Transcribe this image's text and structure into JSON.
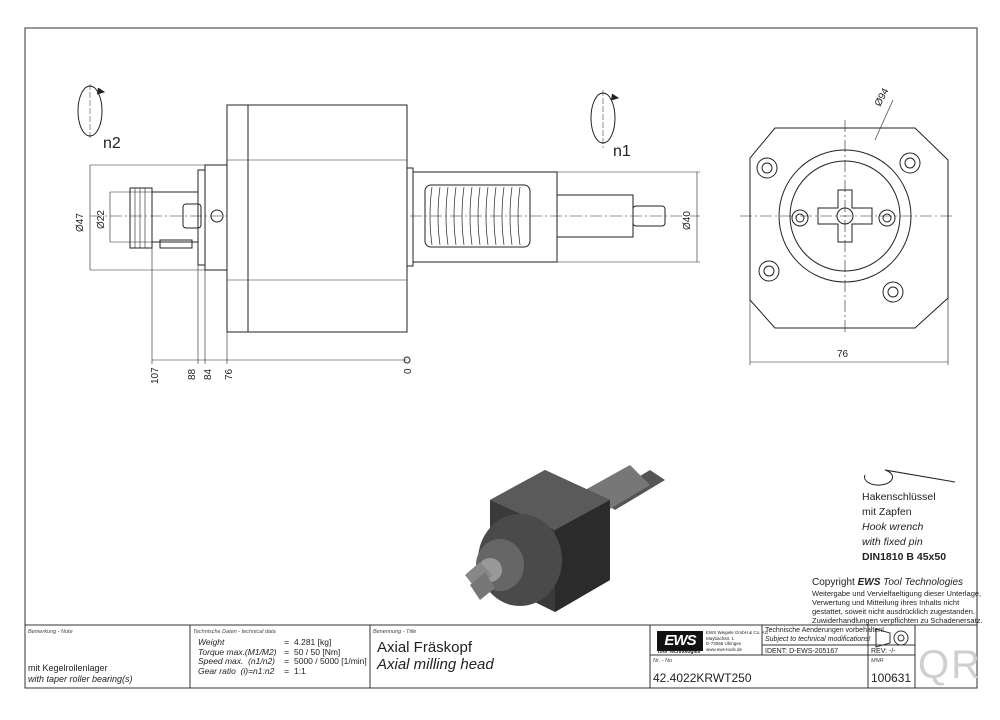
{
  "drawing": {
    "rotation_label_left": "n2",
    "rotation_label_right": "n1",
    "dim_d47": "Ø47",
    "dim_d22": "Ø22",
    "dim_d40": "Ø40",
    "dim_d94": "Ø94",
    "dim_76_right": "76",
    "axis_dims": [
      "107",
      "88",
      "84",
      "76",
      "0"
    ]
  },
  "hook_wrench": {
    "line1": "Hakenschlüssel",
    "line2": "mit Zapfen",
    "line3": "Hook wrench",
    "line4": "with fixed pin",
    "line5": "DIN1810 B 45x50"
  },
  "copyright": {
    "prefix": "Copyright",
    "brand": "EWS",
    "suffix": "Tool Technologies",
    "text1": "Weitergabe und Vervielfaeltigung dieser Unterlage,",
    "text2": "Verwertung und Mitteilung ihres Inhalts nicht",
    "text3": "gestattet, soweit nicht ausdrücklich zugestanden.",
    "text4": "Zuwiderhandlungen verpflichten zu Schadenersatz."
  },
  "title_block": {
    "note_header": "Bemerkung - Note",
    "note_line1": "mit Kegelrollenlager",
    "note_line2": "with taper roller bearing(s)",
    "tech_header": "Technische Daten - technical data",
    "rows": [
      {
        "label": "Weight",
        "eq": "=",
        "value": "4.281 [kg]"
      },
      {
        "label": "Torque max.(M1/M2)",
        "eq": "=",
        "value": "50 / 50 [Nm]"
      },
      {
        "label": "Speed max.  (n1/n2)",
        "eq": "=",
        "value": "5000 / 5000 [1/min]"
      },
      {
        "label": "Gear ratio  (i)=n1:n2",
        "eq": "=",
        "value": "1:1"
      }
    ],
    "title_header": "Benennung - Title",
    "title_de": "Axial Fräskopf",
    "title_en": "Axial milling head",
    "logo": "EWS",
    "logo_sub": "Tool Technologies",
    "company1": "EWS Weigele GmbH & Co. KG",
    "company2": "Maybachstr. 1",
    "company3": "D-73066 Uhingen",
    "company4": "www.ews-tools.de",
    "change_de": "Technische Aenderungen vorbehalten!",
    "change_en": "Subject to technical modifications!",
    "ident": "IDENT:  D-EWS-205167",
    "rev": "REV:  -/-",
    "nr_header": "Nr. - No",
    "part_no": "42.4022KRWT250",
    "mnr_header": "MNR",
    "mnr": "100631",
    "qr": "QR"
  }
}
